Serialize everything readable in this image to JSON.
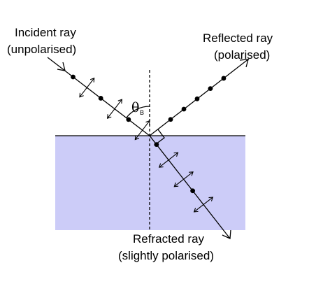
{
  "labels": {
    "incident_line1": "Incident ray",
    "incident_line2": "(unpolarised)",
    "reflected_line1": "Reflected ray",
    "reflected_line2": "(polarised)",
    "refracted_line1": "Refracted ray",
    "refracted_line2": "(slightly polarised)",
    "angle_symbol": "θ",
    "angle_subscript": "B"
  },
  "colors": {
    "medium_fill": "#ccccf8",
    "ink": "#000000"
  },
  "polarisation": {
    "incident": "unpolarised",
    "reflected": "polarised",
    "refracted": "slightly polarised"
  }
}
